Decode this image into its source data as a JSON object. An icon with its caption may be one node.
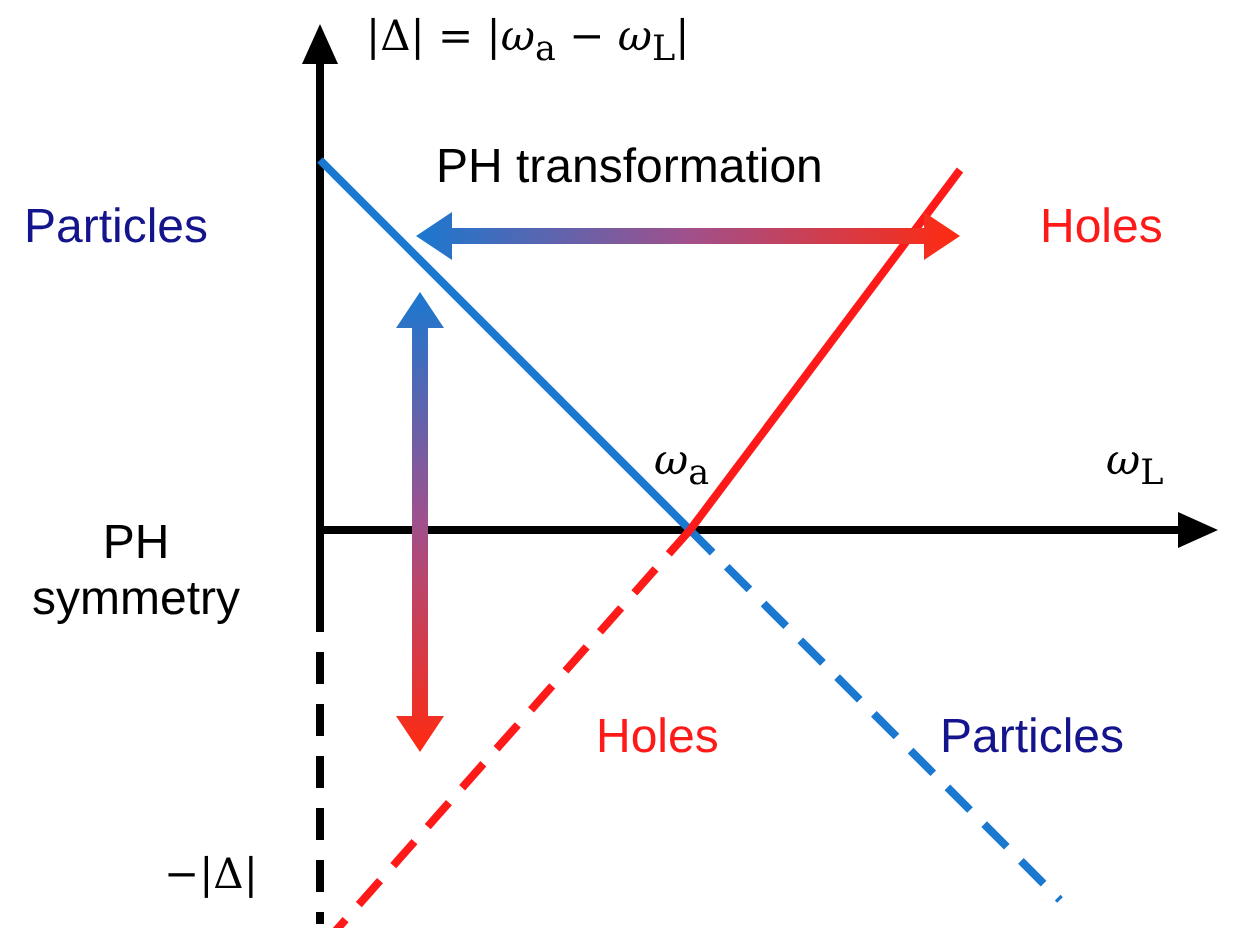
{
  "diagram": {
    "labels": [
      "|Δ| = |*ω*$_{a}$ − *ω*$_{L}$|",
      "PH transformation",
      "Particles",
      "Holes",
      "*ω*$_{a}$",
      "*ω*$_{L}$",
      "PH symmetry",
      "Holes",
      "Particles",
      "−|Δ|"
    ]
  }
}
